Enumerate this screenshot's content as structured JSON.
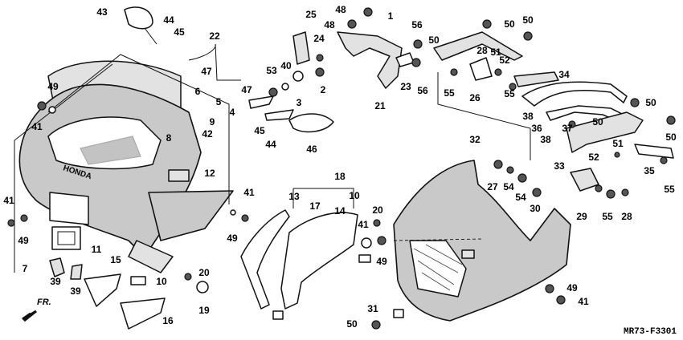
{
  "diagram": {
    "drawing_code": "MR73-F3301",
    "direction_label": "FR.",
    "brand_mark": "HONDA",
    "callouts": [
      {
        "id": "c43a",
        "text": "43"
      },
      {
        "id": "c44a",
        "text": "44"
      },
      {
        "id": "c45a",
        "text": "45"
      },
      {
        "id": "c22",
        "text": "22"
      },
      {
        "id": "c47a",
        "text": "47"
      },
      {
        "id": "c47b",
        "text": "47"
      },
      {
        "id": "c6",
        "text": "6"
      },
      {
        "id": "c5",
        "text": "5"
      },
      {
        "id": "c4",
        "text": "4"
      },
      {
        "id": "c9",
        "text": "9"
      },
      {
        "id": "c8",
        "text": "8"
      },
      {
        "id": "c42",
        "text": "42"
      },
      {
        "id": "c12",
        "text": "12"
      },
      {
        "id": "c49a",
        "text": "49"
      },
      {
        "id": "c41a",
        "text": "41"
      },
      {
        "id": "c41b",
        "text": "41"
      },
      {
        "id": "c49b",
        "text": "49"
      },
      {
        "id": "c7",
        "text": "7"
      },
      {
        "id": "c11",
        "text": "11"
      },
      {
        "id": "c39a",
        "text": "39"
      },
      {
        "id": "c39b",
        "text": "39"
      },
      {
        "id": "c15",
        "text": "15"
      },
      {
        "id": "c10a",
        "text": "10"
      },
      {
        "id": "c16",
        "text": "16"
      },
      {
        "id": "c20a",
        "text": "20"
      },
      {
        "id": "c19",
        "text": "19"
      },
      {
        "id": "c41c",
        "text": "41"
      },
      {
        "id": "c49c",
        "text": "49"
      },
      {
        "id": "c25",
        "text": "25"
      },
      {
        "id": "c24",
        "text": "24"
      },
      {
        "id": "c53",
        "text": "53"
      },
      {
        "id": "c40",
        "text": "40"
      },
      {
        "id": "c3",
        "text": "3"
      },
      {
        "id": "c2",
        "text": "2"
      },
      {
        "id": "c45b",
        "text": "45"
      },
      {
        "id": "c44b",
        "text": "44"
      },
      {
        "id": "c46",
        "text": "46"
      },
      {
        "id": "c48a",
        "text": "48"
      },
      {
        "id": "c1",
        "text": "1"
      },
      {
        "id": "c48b",
        "text": "48"
      },
      {
        "id": "c21",
        "text": "21"
      },
      {
        "id": "c23",
        "text": "23"
      },
      {
        "id": "c56a",
        "text": "56"
      },
      {
        "id": "c56b",
        "text": "56"
      },
      {
        "id": "c50a",
        "text": "50"
      },
      {
        "id": "c50b",
        "text": "50"
      },
      {
        "id": "c50c",
        "text": "50"
      },
      {
        "id": "c51a",
        "text": "51"
      },
      {
        "id": "c28a",
        "text": "28"
      },
      {
        "id": "c52a",
        "text": "52"
      },
      {
        "id": "c34",
        "text": "34"
      },
      {
        "id": "c55a",
        "text": "55"
      },
      {
        "id": "c26",
        "text": "26"
      },
      {
        "id": "c55b",
        "text": "55"
      },
      {
        "id": "c32",
        "text": "32"
      },
      {
        "id": "c50d",
        "text": "50"
      },
      {
        "id": "c38a",
        "text": "38"
      },
      {
        "id": "c36",
        "text": "36"
      },
      {
        "id": "c37",
        "text": "37"
      },
      {
        "id": "c50e",
        "text": "50"
      },
      {
        "id": "c50f",
        "text": "50"
      },
      {
        "id": "c38b",
        "text": "38"
      },
      {
        "id": "c33",
        "text": "33"
      },
      {
        "id": "c52b",
        "text": "52"
      },
      {
        "id": "c51b",
        "text": "51"
      },
      {
        "id": "c35",
        "text": "35"
      },
      {
        "id": "c55c",
        "text": "55"
      },
      {
        "id": "c27",
        "text": "27"
      },
      {
        "id": "c54a",
        "text": "54"
      },
      {
        "id": "c54b",
        "text": "54"
      },
      {
        "id": "c30",
        "text": "30"
      },
      {
        "id": "c29",
        "text": "29"
      },
      {
        "id": "c55d",
        "text": "55"
      },
      {
        "id": "c28b",
        "text": "28"
      },
      {
        "id": "c18",
        "text": "18"
      },
      {
        "id": "c13",
        "text": "13"
      },
      {
        "id": "c17",
        "text": "17"
      },
      {
        "id": "c10b",
        "text": "10"
      },
      {
        "id": "c14",
        "text": "14"
      },
      {
        "id": "c20b",
        "text": "20"
      },
      {
        "id": "c41d",
        "text": "41"
      },
      {
        "id": "c49d",
        "text": "49"
      },
      {
        "id": "c31",
        "text": "31"
      },
      {
        "id": "c50g",
        "text": "50"
      },
      {
        "id": "c49e",
        "text": "49"
      },
      {
        "id": "c41e",
        "text": "41"
      }
    ]
  }
}
